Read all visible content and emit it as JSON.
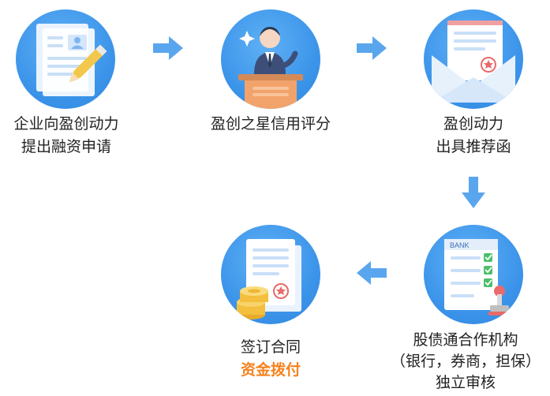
{
  "colors": {
    "circle": "#3d95ea",
    "arrow": "#5aa6ee",
    "accent": "#f5821f",
    "text": "#222222"
  },
  "steps": [
    {
      "id": "apply",
      "lines": [
        "企业向盈创动力",
        "提出融资申请"
      ],
      "icon": "application-form-pen-icon"
    },
    {
      "id": "score",
      "lines": [
        "盈创之星信用评分"
      ],
      "icon": "presenter-podium-icon"
    },
    {
      "id": "letter",
      "lines": [
        "盈创动力",
        "出具推荐函"
      ],
      "icon": "recommendation-letter-envelope-icon"
    },
    {
      "id": "review",
      "lines": [
        "股债通合作机构",
        "（银行，券商，担保）",
        "独立审核"
      ],
      "icon": "bank-checklist-stamp-icon",
      "bank_label": "BANK"
    },
    {
      "id": "fund",
      "lines": [
        "签订合同"
      ],
      "highlight": "资金拨付",
      "icon": "contract-coins-icon"
    }
  ]
}
